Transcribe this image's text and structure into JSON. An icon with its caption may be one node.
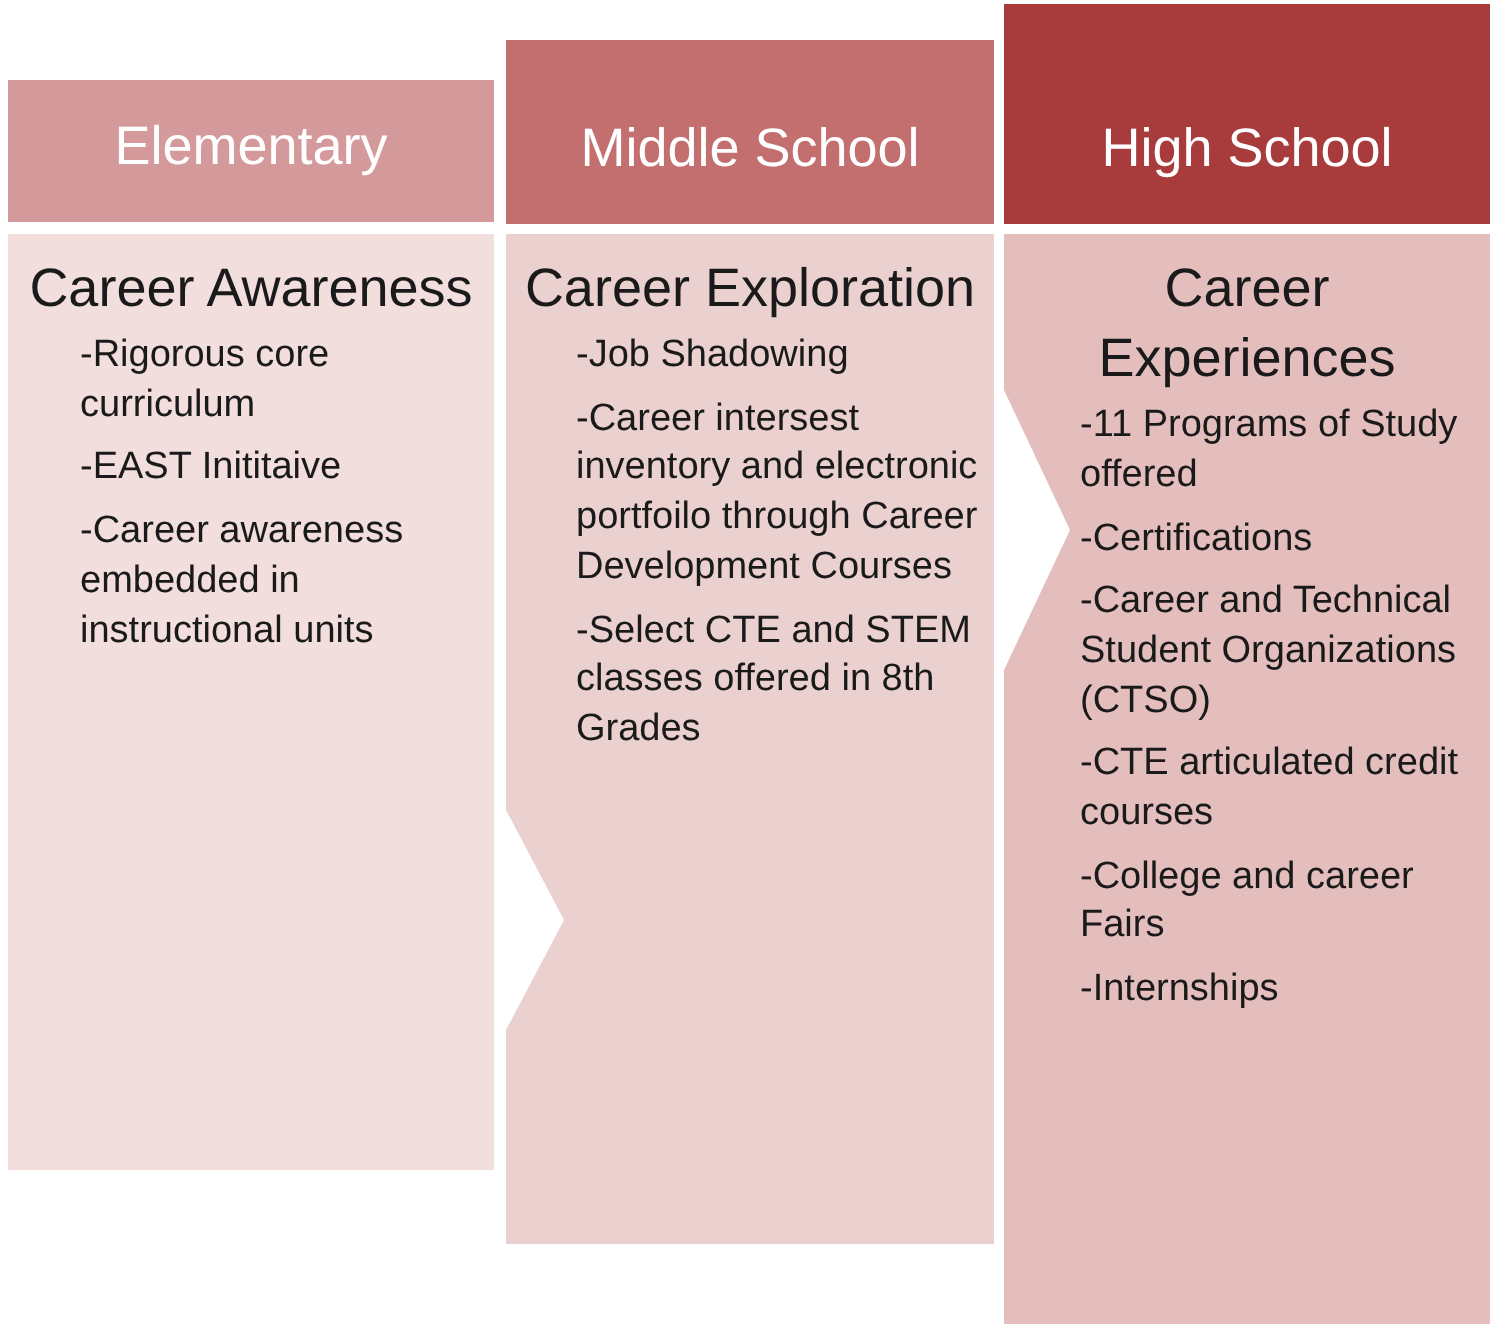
{
  "diagram": {
    "nodes": [
      {
        "text": [
          "Elementary"
        ]
      },
      {
        "text": [
          "Career Awareness",
          "-Rigorous core curriculum",
          "-EAST Inititaive",
          "-Career awareness embedded in instructional units"
        ]
      },
      {
        "text": [
          "Middle School"
        ]
      },
      {
        "text": [
          "Career Exploration",
          "-Job Shadowing",
          "-Career intersest inventory and electronic portfoilo through Career Development Courses",
          "-Select CTE and STEM classes offered in 8th Grades"
        ]
      },
      {
        "text": [
          "High School"
        ]
      },
      {
        "text": [
          "Career Experiences",
          "-11 Programs of Study offered",
          "-Certifications",
          "-Career and Technical Student Organizations (CTSO)",
          "-CTE articulated credit courses",
          "-College and career Fairs",
          "-Internships"
        ]
      }
    ]
  }
}
